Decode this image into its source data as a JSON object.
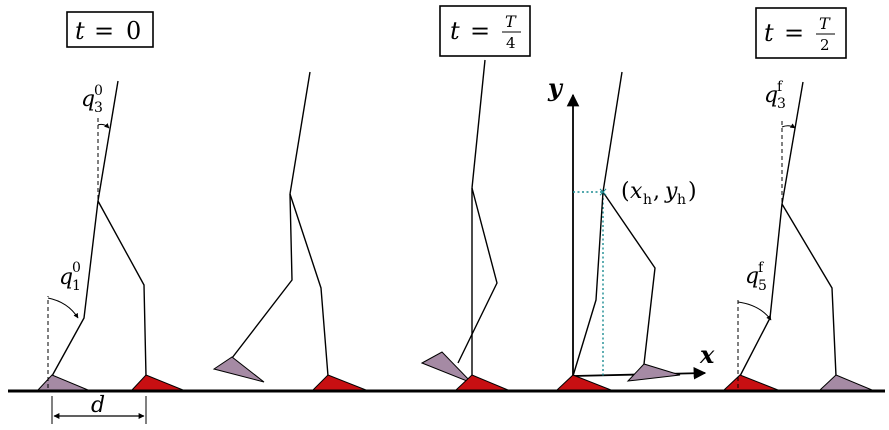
{
  "time_labels": {
    "t0": {
      "lhs": "t",
      "eq": "=",
      "rhs": "0"
    },
    "tq": {
      "lhs": "t",
      "eq": "=",
      "num": "T",
      "den": "4"
    },
    "th": {
      "lhs": "t",
      "eq": "=",
      "num": "T",
      "den": "2"
    }
  },
  "angles": {
    "q3_initial": {
      "base": "q",
      "sub": "3",
      "sup": "0"
    },
    "q1_initial": {
      "base": "q",
      "sub": "1",
      "sup": "0"
    },
    "q3_final": {
      "base": "q",
      "sub": "3",
      "sup": "f"
    },
    "q5_final": {
      "base": "q",
      "sub": "5",
      "sup": "f"
    }
  },
  "axes": {
    "x": "x",
    "y": "y"
  },
  "hip_label": {
    "open": "(",
    "x": "x",
    "x_sub": "h",
    "comma": ",",
    "y": "y",
    "y_sub": "h",
    "close": ")"
  },
  "step_length": "d",
  "colors": {
    "stance_foot": "#c80f12",
    "swing_foot": "#a58aa4",
    "hip_guide": "#1a8c92",
    "lines": "#000000"
  }
}
